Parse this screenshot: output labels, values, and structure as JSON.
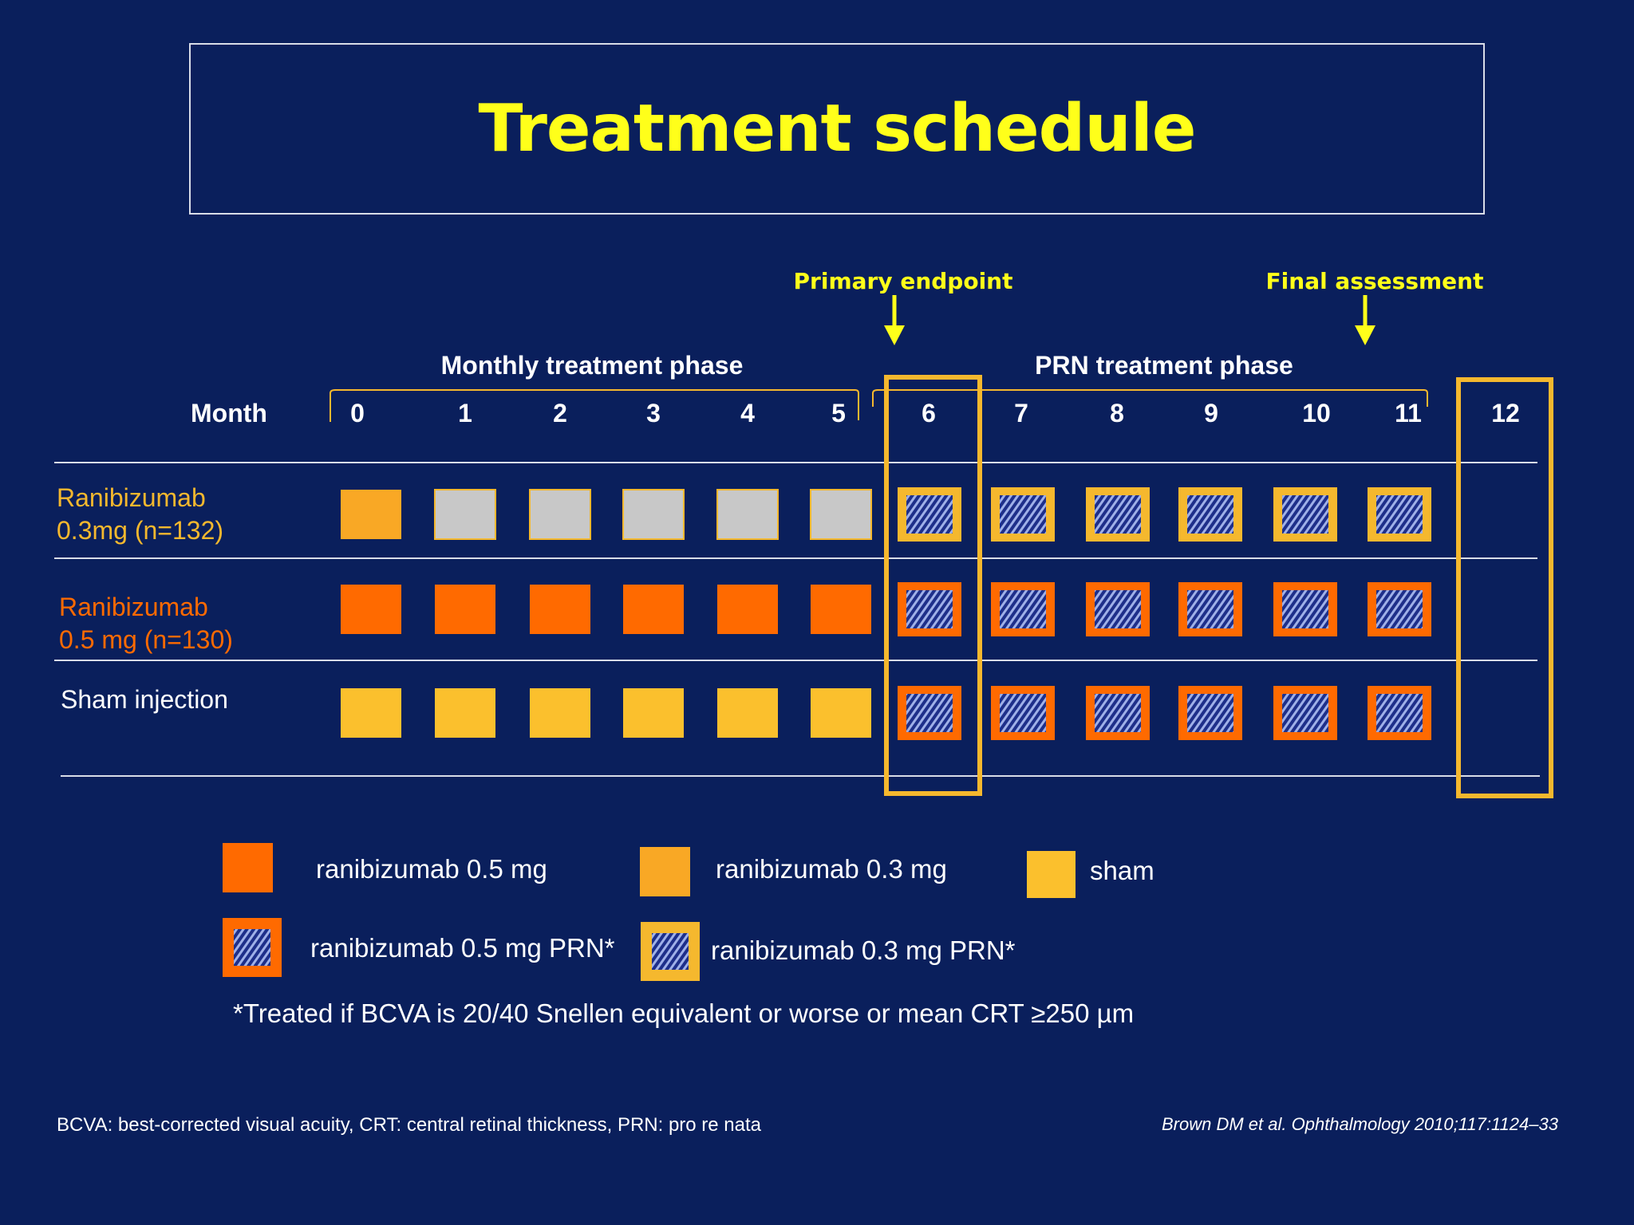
{
  "title": "Treatment schedule",
  "markers": {
    "primary": "Primary endpoint",
    "final": "Final assessment"
  },
  "phases": {
    "monthly": "Monthly treatment phase",
    "prn": "PRN treatment phase"
  },
  "month_label": "Month",
  "months": [
    "0",
    "1",
    "2",
    "3",
    "4",
    "5",
    "6",
    "7",
    "8",
    "9",
    "10",
    "11",
    "12"
  ],
  "rows": [
    {
      "label_line1": "Ranibizumab",
      "label_line2": "0.3mg (n=132)",
      "label_color": "#f5b82e",
      "monthly_cells": [
        "ranibizumab-0.3",
        "sham-gray",
        "sham-gray",
        "sham-gray",
        "sham-gray",
        "sham-gray"
      ],
      "prn_cells": [
        "prn-0.3",
        "prn-0.3",
        "prn-0.3",
        "prn-0.3",
        "prn-0.3",
        "prn-0.3"
      ]
    },
    {
      "label_line1": "Ranibizumab",
      "label_line2": "0.5 mg (n=130)",
      "label_color": "#ff6a00",
      "monthly_cells": [
        "ranibizumab-0.5",
        "ranibizumab-0.5",
        "ranibizumab-0.5",
        "ranibizumab-0.5",
        "ranibizumab-0.5",
        "ranibizumab-0.5"
      ],
      "prn_cells": [
        "prn-0.5",
        "prn-0.5",
        "prn-0.5",
        "prn-0.5",
        "prn-0.5",
        "prn-0.5"
      ]
    },
    {
      "label_line1": "Sham injection",
      "label_line2": "",
      "label_color": "#ffffff",
      "monthly_cells": [
        "sham",
        "sham",
        "sham",
        "sham",
        "sham",
        "sham"
      ],
      "prn_cells": [
        "prn-0.5",
        "prn-0.5",
        "prn-0.5",
        "prn-0.5",
        "prn-0.5",
        "prn-0.5"
      ]
    }
  ],
  "legend": {
    "r05": "ranibizumab 0.5 mg",
    "r03": "ranibizumab 0.3 mg",
    "sham": "sham",
    "r05prn": "ranibizumab 0.5 mg PRN*",
    "r03prn": "ranibizumab 0.3 mg PRN*"
  },
  "footnote": "*Treated if BCVA is 20/40 Snellen equivalent or worse or mean CRT ≥250 µm",
  "abbreviations": "BCVA: best-corrected visual acuity, CRT: central retinal thickness, PRN: pro re nata",
  "citation": "Brown DM et al. Ophthalmology 2010;117:1124–33",
  "colors": {
    "background": "#0a1f5c",
    "title": "#ffff1a",
    "ranibizumab_05": "#ff6a00",
    "ranibizumab_03": "#f9a825",
    "sham": "#fbc02d",
    "sham_gray": "#c8c8c8",
    "frame": "#f5b82e",
    "prn_fill": "#1e2f8a"
  }
}
